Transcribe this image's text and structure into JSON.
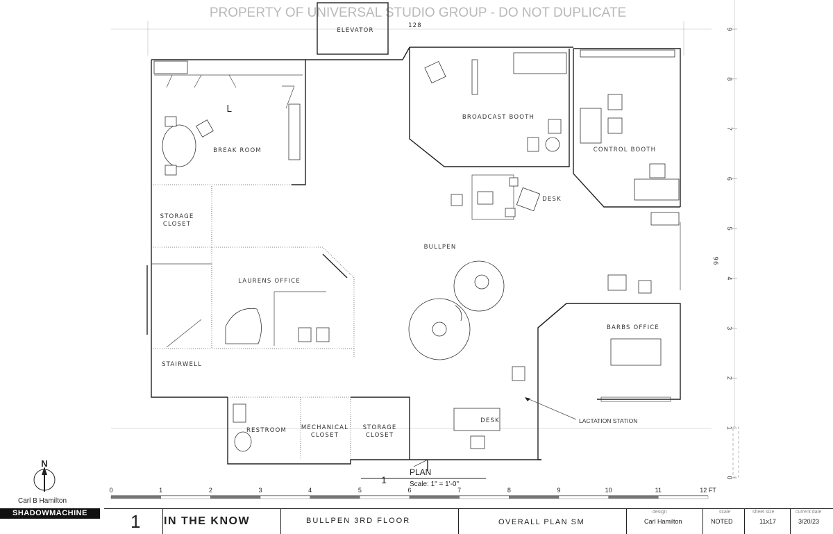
{
  "watermark": "PROPERTY OF UNIVERSAL STUDIO GROUP - DO NOT DUPLICATE",
  "dimensions": {
    "top": "128",
    "side": "96"
  },
  "rooms": {
    "elevator": "ELEVATOR",
    "break_room": "BREAK ROOM",
    "broadcast_booth": "BROADCAST BOOTH",
    "control_booth": "CONTROL BOOTH",
    "desk_top": "DESK",
    "storage_closet_left": [
      "STORAGE",
      "CLOSET"
    ],
    "bullpen": "BULLPEN",
    "laurens_office": "LAURENS OFFICE",
    "barbs_office": "BARBS OFFICE",
    "stairwell": "STAIRWELL",
    "restroom": "RESTROOM",
    "mechanical_closet": [
      "MECHANICAL",
      "CLOSET"
    ],
    "storage_closet_bottom": [
      "STORAGE",
      "CLOSET"
    ],
    "desk_bottom": "DESK",
    "lactation_station": "LACTATION STATION"
  },
  "grid_right_labels": [
    "9",
    "8",
    "7",
    "6",
    "5",
    "4",
    "3",
    "2",
    "1",
    "0"
  ],
  "scale_bar": {
    "labels": [
      "0",
      "1",
      "2",
      "3",
      "4",
      "5",
      "6",
      "7",
      "8",
      "9",
      "10",
      "11",
      "12 FT"
    ]
  },
  "plan_caption": {
    "number": "1",
    "title": "PLAN",
    "scale": "Scale: 1\" = 1'-0\""
  },
  "north_label": "N",
  "designer_name": "Carl B Hamilton",
  "logo_text": "SHADOWMACHINE",
  "title_block": {
    "sheet_number": "1",
    "project": "IN THE KNOW",
    "location": "BULLPEN 3RD FLOOR",
    "sheet_title": "OVERALL PLAN SM",
    "design_label": "design",
    "design_value": "Carl Hamilton",
    "scale_label": "scale",
    "scale_value": "NOTED",
    "sheet_size_label": "sheet size",
    "sheet_size_value": "11x17",
    "date_label": "current date",
    "date_value": "3/20/23"
  }
}
